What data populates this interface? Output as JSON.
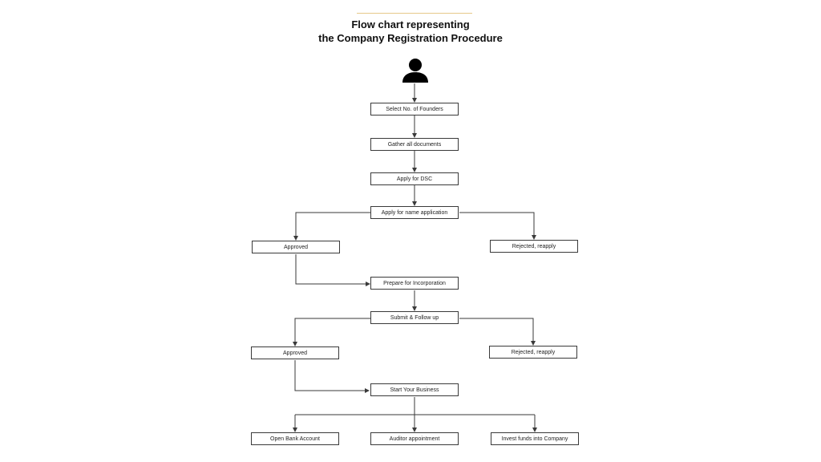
{
  "title": {
    "line1": "Flow chart representing",
    "line2": "the Company Registration Procedure"
  },
  "icons": {
    "start": "user-icon"
  },
  "colors": {
    "title_rule": "#e6c98a",
    "line": "#3a3a3a",
    "box_border": "#3a3a3a"
  },
  "steps": {
    "select_founders": "Select No. of Founders",
    "gather_documents": "Gather all documents",
    "apply_dsc": "Apply for DSC",
    "apply_name": "Apply for name application",
    "approved_1": "Approved",
    "rejected_1": "Rejected, reapply",
    "prepare_incorporation": "Prepare for Incorporation",
    "submit_follow_up": "Submit & Follow up",
    "approved_2": "Approved",
    "rejected_2": "Rejected, reapply",
    "start_business": "Start Your Business",
    "open_bank": "Open Bank Account",
    "auditor": "Auditor appointment",
    "invest_funds": "Invest funds into Company"
  }
}
